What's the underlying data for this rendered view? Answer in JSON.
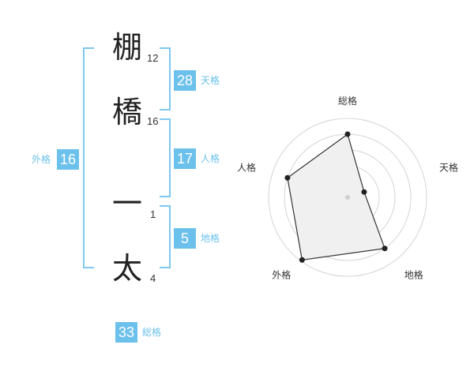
{
  "name": {
    "chars": [
      {
        "char": "棚",
        "strokes": "12"
      },
      {
        "char": "橋",
        "strokes": "16"
      },
      {
        "char": "一",
        "strokes": "1"
      },
      {
        "char": "太",
        "strokes": "4"
      }
    ]
  },
  "fortunes": {
    "tenkaku": {
      "value": "28",
      "label": "天格"
    },
    "jinkaku": {
      "value": "17",
      "label": "人格"
    },
    "chikaku": {
      "value": "5",
      "label": "地格"
    },
    "gaikaku": {
      "value": "16",
      "label": "外格"
    },
    "soukaku": {
      "value": "33",
      "label": "総格"
    }
  },
  "colors": {
    "accent": "#6cc1ec",
    "bracket": "#7fc8ef"
  },
  "chart_data": {
    "type": "radar",
    "axes": [
      "総格",
      "天格",
      "地格",
      "外格",
      "人格"
    ],
    "values": [
      0.8,
      0.22,
      0.8,
      0.98,
      0.8
    ],
    "range": [
      0,
      1
    ],
    "grid": true,
    "grid_rings": 5
  }
}
